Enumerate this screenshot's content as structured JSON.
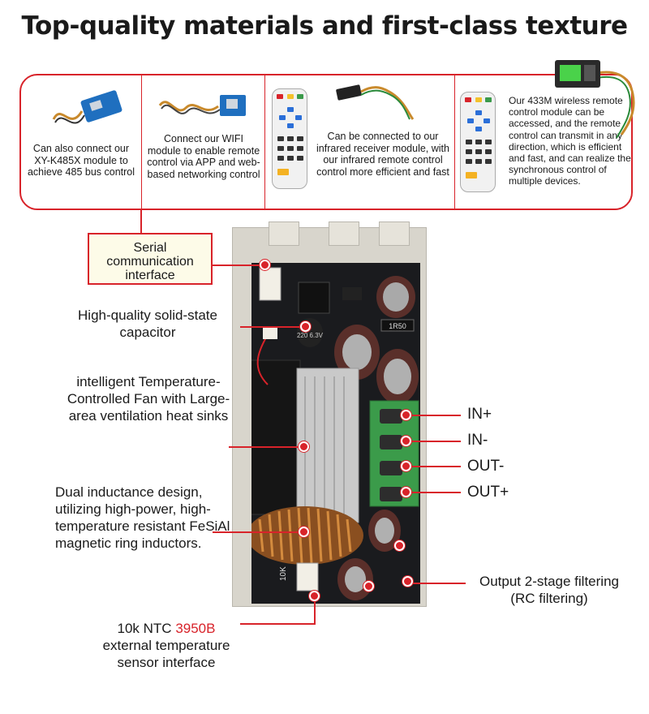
{
  "title": "Top-quality materials and first-class texture",
  "features": [
    {
      "text": "Can also connect our XY-K485X module to achieve 485 bus control"
    },
    {
      "text": "Connect our WIFI module to enable remote control via APP and web-based networking control"
    },
    {
      "text": "Can be connected to our infrared receiver module, with our infrared remote control control more efficient and fast"
    },
    {
      "text": "Our 433M wireless remote control module can be accessed, and the remote control can transmit in any direction, which is efficient and fast, and can realize the synchronous control of multiple devices."
    }
  ],
  "callouts": {
    "serial": "Serial communication interface",
    "capacitor": "High-quality solid-state capacitor",
    "fan": "intelligent Temperature-Controlled Fan with Large-area ventilation heat sinks",
    "inductor": "Dual inductance design, utilizing high-power, high-temperature resistant FeSiAl magnetic ring inductors.",
    "ntc_prefix": "10k NTC ",
    "ntc_model": "3950B",
    "ntc_suffix": "external temperature sensor interface",
    "filter": "Output 2-stage filtering (RC filtering)"
  },
  "terminals": [
    "IN+",
    "IN-",
    "OUT-",
    "OUT+"
  ],
  "board_markings": {
    "resistor": "1R50",
    "capacitor": "220 6.3V",
    "ntc_port": "10K"
  },
  "colors": {
    "accent": "#d8232a",
    "terminal_green": "#3b9b4a"
  }
}
